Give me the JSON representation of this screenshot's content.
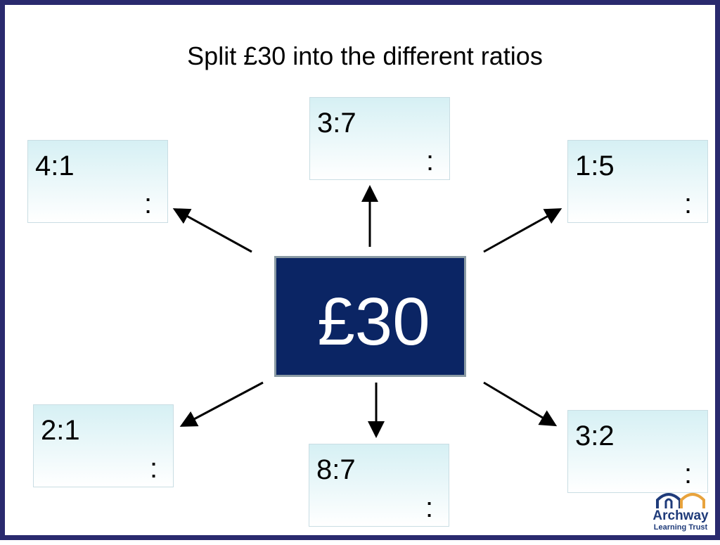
{
  "title": "Split £30 into the different ratios",
  "center": {
    "amount": "£30"
  },
  "boxes": [
    {
      "ratio": "3:7",
      "separator": ":"
    },
    {
      "ratio": "4:1",
      "separator": ":"
    },
    {
      "ratio": "1:5",
      "separator": ":"
    },
    {
      "ratio": "2:1",
      "separator": ":"
    },
    {
      "ratio": "8:7",
      "separator": ":"
    },
    {
      "ratio": "3:2",
      "separator": ":"
    }
  ],
  "logo": {
    "name": "Archway",
    "subtitle": "Learning Trust"
  },
  "colors": {
    "border": "#2a2a6e",
    "center_fill": "#0b2564",
    "box_fill": "#d6f0f4",
    "logo": "#1f3b7a"
  }
}
